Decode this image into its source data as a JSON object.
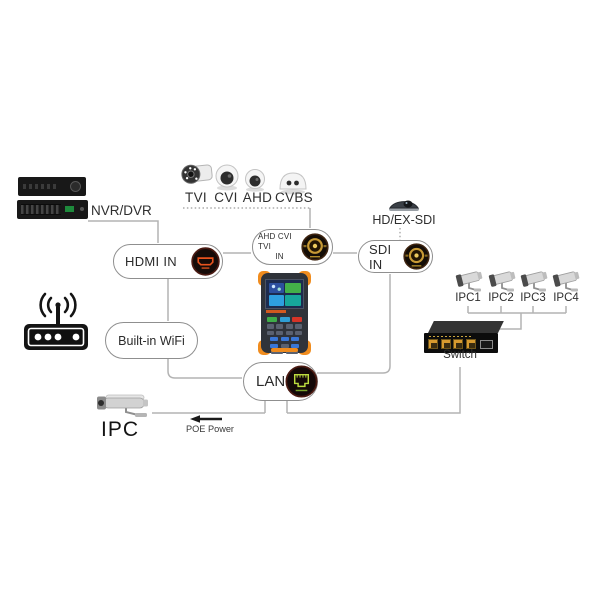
{
  "diagram": {
    "nvr_dvr_label": "NVR/DVR",
    "camera_type_labels": [
      "TVI",
      "CVI",
      "AHD",
      "CVBS"
    ],
    "hd_sdi_camera_label": "HD/EX-SDI",
    "ports": {
      "hdmi": "HDMI IN",
      "analog_line1": "AHD CVI TVI",
      "analog_line2": "IN",
      "sdi": "SDI IN",
      "wifi": "Built-in WiFi",
      "lan": "LAN"
    },
    "ipc_camera_labels": [
      "IPC1",
      "IPC2",
      "IPC3",
      "IPC4"
    ],
    "switch_label": "Switch",
    "ipc_label": "IPC",
    "poe_power_label": "POE Power",
    "icons": {
      "bullet_camera": "css-svg-shape",
      "dome_camera": "css-svg-shape",
      "turret_camera": "css-svg-shape",
      "mini_dome_camera": "css-svg-shape",
      "wifi_router": "css-svg-shape",
      "nvr_dvr_units": "css-shape",
      "hdmi_port": "css-svg-shape",
      "bnc_port": "css-svg-shape",
      "rj45_port": "css-svg-shape",
      "poe_arrow": "left-arrow"
    },
    "colors": {
      "wire": "#b3b3b3",
      "text": "#2e2e2e",
      "bubble_border": "#8f8f8f",
      "tester_orange": "#f08c1e",
      "hdmi_orange": "#e8531e",
      "bnc_gold": "#c89a35",
      "rj45_green": "#bddc3f",
      "switch_port_yellow": "#d79a2f",
      "screen_tile_green": "#43b049",
      "screen_tile_blue": "#2e9fe0",
      "screen_tile_teal": "#17a79b",
      "screen_tile_navy": "#2c4f9e"
    }
  }
}
